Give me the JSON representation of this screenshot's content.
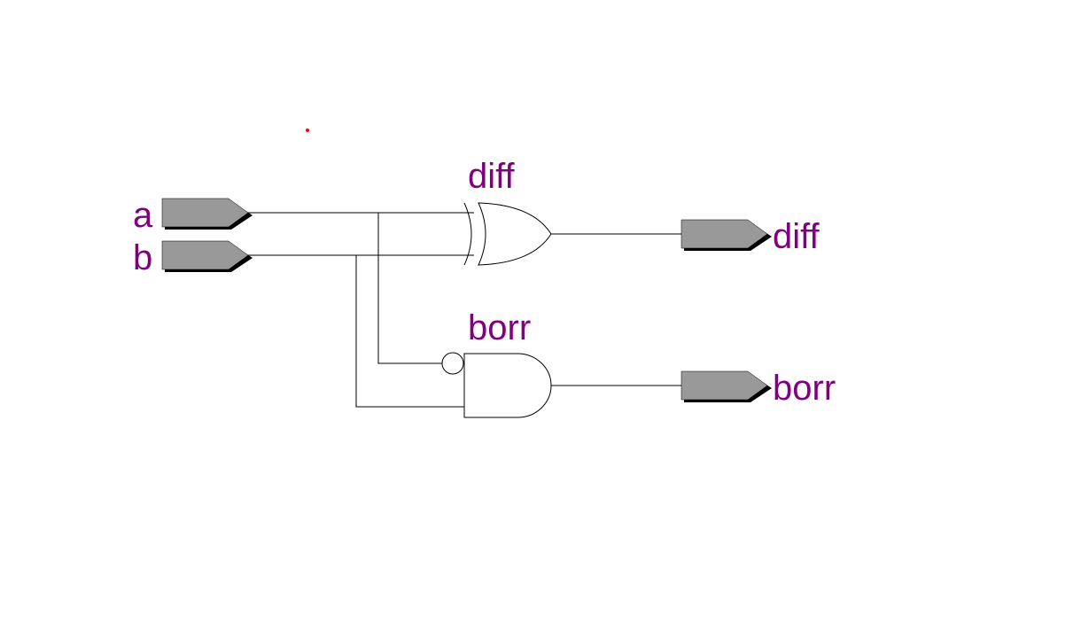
{
  "colors": {
    "label": "#800080",
    "port_fill": "#999999",
    "marker": "#ff0000"
  },
  "inputs": [
    {
      "id": "a",
      "label": "a"
    },
    {
      "id": "b",
      "label": "b"
    }
  ],
  "gates": [
    {
      "id": "xor",
      "type": "xor",
      "label": "diff"
    },
    {
      "id": "and",
      "type": "and-inverted-input",
      "label": "borr"
    }
  ],
  "outputs": [
    {
      "id": "diff",
      "label": "diff"
    },
    {
      "id": "borr",
      "label": "borr"
    }
  ]
}
